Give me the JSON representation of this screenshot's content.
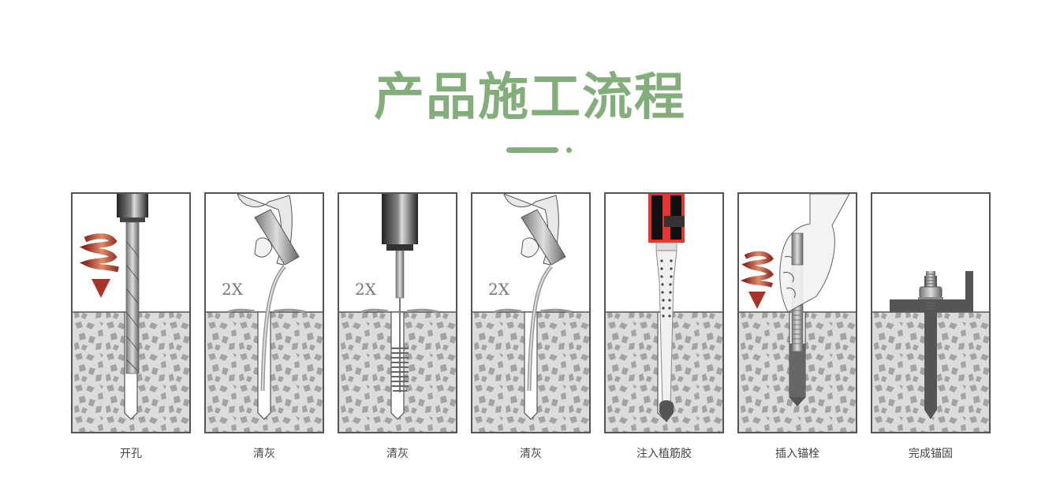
{
  "header": {
    "title": "产品施工流程"
  },
  "colors": {
    "accent": "#84ad7c",
    "concrete": "#d9d9d9",
    "aggregate": "#9e9e9e",
    "arrow": "#a8332a",
    "cartridge_red": "#e8342a"
  },
  "steps": [
    {
      "label": "开孔",
      "icon": "drill-icon",
      "annotation": ""
    },
    {
      "label": "清灰",
      "icon": "blower-icon",
      "annotation": "2X"
    },
    {
      "label": "清灰",
      "icon": "brush-icon",
      "annotation": "2X"
    },
    {
      "label": "清灰",
      "icon": "blower-icon",
      "annotation": "2X"
    },
    {
      "label": "注入植筋胶",
      "icon": "adhesive-cartridge-icon",
      "annotation": ""
    },
    {
      "label": "插入锚栓",
      "icon": "anchor-rod-icon",
      "annotation": ""
    },
    {
      "label": "完成锚固",
      "icon": "anchored-bolt-icon",
      "annotation": ""
    }
  ]
}
